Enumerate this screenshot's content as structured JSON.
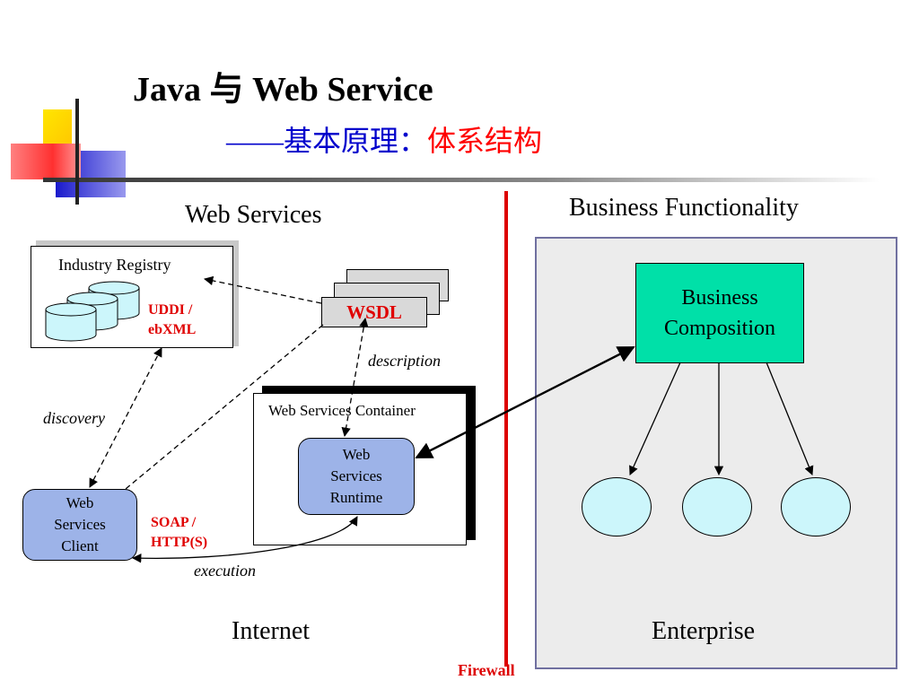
{
  "header": {
    "title": "Java 与 Web Service",
    "subtitle_dash": "——",
    "subtitle_blue": "基本原理：",
    "subtitle_red": "体系结构"
  },
  "left": {
    "section_title": "Web Services",
    "registry": {
      "label": "Industry Registry",
      "protocol": "UDDI /\nebXML"
    },
    "wsdl": {
      "label": "WSDL"
    },
    "container": {
      "label": "Web Services Container"
    },
    "runtime": {
      "label": "Web\nServices\nRuntime"
    },
    "client": {
      "label": "Web\nServices\nClient"
    },
    "soap_label": "SOAP /\nHTTP(S)",
    "edge_labels": {
      "discovery": "discovery",
      "description": "description",
      "execution": "execution"
    },
    "zone_label": "Internet"
  },
  "firewall_label": "Firewall",
  "right": {
    "section_title": "Business Functionality",
    "composition_label": "Business\nComposition",
    "zone_label": "Enterprise"
  },
  "colors": {
    "title_blue": "#0000cc",
    "accent_red": "#ff0000",
    "firewall_red": "#dd0000",
    "node_blue": "#9db3e8",
    "composition_green": "#00e0a8",
    "cylinder_cyan": "#ccf6fb",
    "enterprise_bg": "#ececec",
    "enterprise_border": "#7070a0"
  }
}
